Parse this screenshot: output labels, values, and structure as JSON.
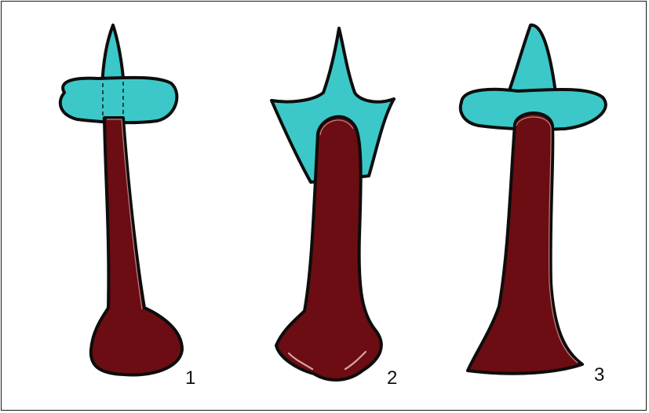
{
  "figures": [
    {
      "label": "1"
    },
    {
      "label": "2"
    },
    {
      "label": "3"
    }
  ],
  "colors": {
    "collar": "#3cc8c8",
    "shaft": "#6b0d12",
    "outline": "#0d0d0d",
    "highlight": "#d9a3a3",
    "frame": "#1a1a1a",
    "background": "#ffffff"
  }
}
